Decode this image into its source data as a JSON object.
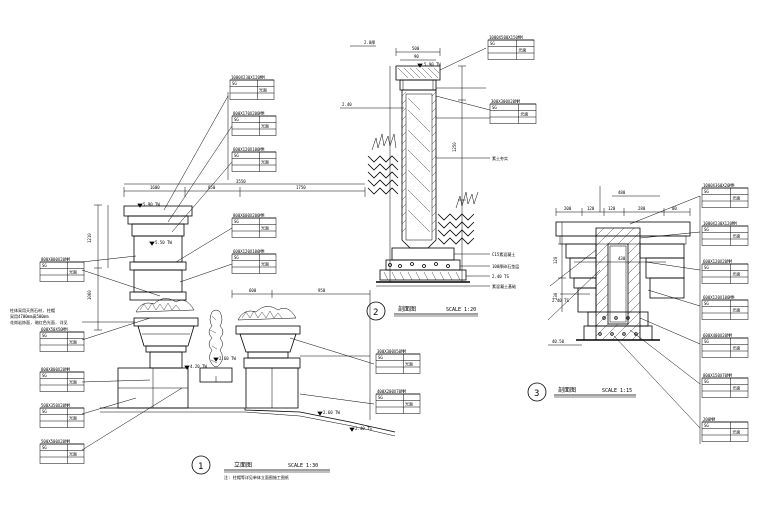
{
  "views": {
    "front": {
      "number": "1",
      "title": "立面图",
      "scale": "SCALE 1:30",
      "note": "注: 柱帽等详见单体立面图施工图纸"
    },
    "section2": {
      "number": "2",
      "title": "剖面图",
      "scale": "SCALE 1:20"
    },
    "section3": {
      "number": "3",
      "title": "剖面图",
      "scale": "SCALE 1:15"
    }
  },
  "front_dims": {
    "top": [
      "1600",
      "850",
      "1750"
    ],
    "overall": "3550",
    "right": [
      "600",
      "950"
    ],
    "left_v": [
      "1210",
      "1060",
      "480"
    ]
  },
  "front_levels": [
    "5.90 TW",
    "5.50 TW",
    "4.20 TW",
    "2.60 TW",
    "2.40 TS"
  ],
  "front_notes": [
    "柱体采用天然石材, 柱帽",
    "采用4700mm高500mm",
    "花岗岩饰面, 暗红色光面, 详见"
  ],
  "front_callouts": [
    {
      "size": "1080X230X120MM",
      "r1": "SG",
      "r2": "光面",
      "r3": ""
    },
    {
      "size": "800X170X200MM",
      "r1": "SG",
      "r2": "光面",
      "r3": ""
    },
    {
      "size": "600X120X100MM",
      "r1": "SG",
      "r2": "光面",
      "r3": ""
    },
    {
      "size": "800X600X200MM",
      "r1": "SG",
      "r2": "光面",
      "r3": ""
    },
    {
      "size": "600X120X100MM",
      "r1": "SG",
      "r2": "光面",
      "r3": ""
    },
    {
      "size": "800X800X20MM",
      "r1": "SG",
      "r2": "光面",
      "r3": ""
    },
    {
      "size": "600X50X50MM",
      "r1": "SG",
      "r2": "光面",
      "r3": ""
    },
    {
      "size": "800X800X20MM",
      "r1": "SG",
      "r2": "光面",
      "r3": ""
    },
    {
      "size": "500X350X20MM",
      "r1": "SG",
      "r2": "光面",
      "r3": ""
    },
    {
      "size": "500X500X20MM",
      "r1": "SG",
      "r2": "光面",
      "r3": ""
    },
    {
      "size": "300X300X50MM",
      "r1": "SG",
      "r2": "光面",
      "r3": ""
    },
    {
      "size": "400X200X70MM",
      "r1": "SG",
      "r2": "光面",
      "r3": ""
    }
  ],
  "sec2_dims": {
    "top": "500",
    "inner": "90",
    "level": "5.90 TW",
    "right_v": "1250",
    "side": "2.40"
  },
  "sec2_notes": [
    "2.0厚",
    "素土夯实",
    "C15素混凝土",
    "100厚碎石垫层",
    "2.40 TS",
    "素混凝土基础"
  ],
  "sec2_callouts": [
    {
      "size": "1000X500X150MM",
      "r1": "SG",
      "r2": "光面",
      "r3": ""
    },
    {
      "size": "300X300X20MM",
      "r1": "SG",
      "r2": "光面",
      "r3": ""
    }
  ],
  "sec3_dims": {
    "top": [
      "200",
      "120",
      "120",
      "280",
      "80"
    ],
    "top2": "480",
    "left_v": [
      "120",
      "230"
    ],
    "row2": "430"
  },
  "sec3_notes": [
    "2.40 TS",
    "40.50"
  ],
  "sec3_callouts": [
    {
      "size": "1000X360X20MM",
      "r1": "SG",
      "r2": "光面",
      "r3": ""
    },
    {
      "size": "1000X230X120MM",
      "r1": "SG",
      "r2": "光面",
      "r3": ""
    },
    {
      "size": "600X120X20MM",
      "r1": "SG",
      "r2": "光面",
      "r3": ""
    },
    {
      "size": "600X120X100MM",
      "r1": "SG",
      "r2": "光面",
      "r3": ""
    },
    {
      "size": "600X400X20MM",
      "r1": "SG",
      "r2": "光面",
      "r3": ""
    },
    {
      "size": "800X150X70MM",
      "r1": "SG",
      "r2": "光面",
      "r3": ""
    },
    {
      "size": "200MM",
      "r1": "SG",
      "r2": "光面",
      "r3": ""
    }
  ]
}
